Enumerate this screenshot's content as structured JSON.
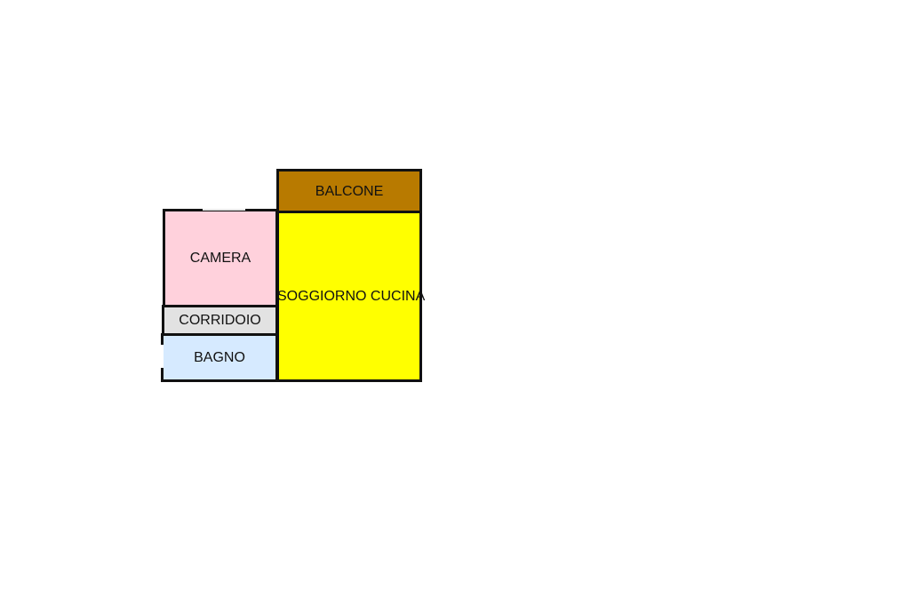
{
  "floorplan": {
    "rooms": [
      {
        "id": "balcone",
        "label": "BALCONE",
        "color": "#B87A00"
      },
      {
        "id": "soggiorno",
        "label": "SOGGIORNO CUCINA",
        "color": "#FFFF00"
      },
      {
        "id": "camera",
        "label": "CAMERA",
        "color": "#FFD1DC"
      },
      {
        "id": "corridoio",
        "label": "CORRIDOIO",
        "color": "#E2E2E2"
      },
      {
        "id": "bagno",
        "label": "BAGNO",
        "color": "#D6EAFF"
      }
    ],
    "wall_color": "#111111"
  }
}
